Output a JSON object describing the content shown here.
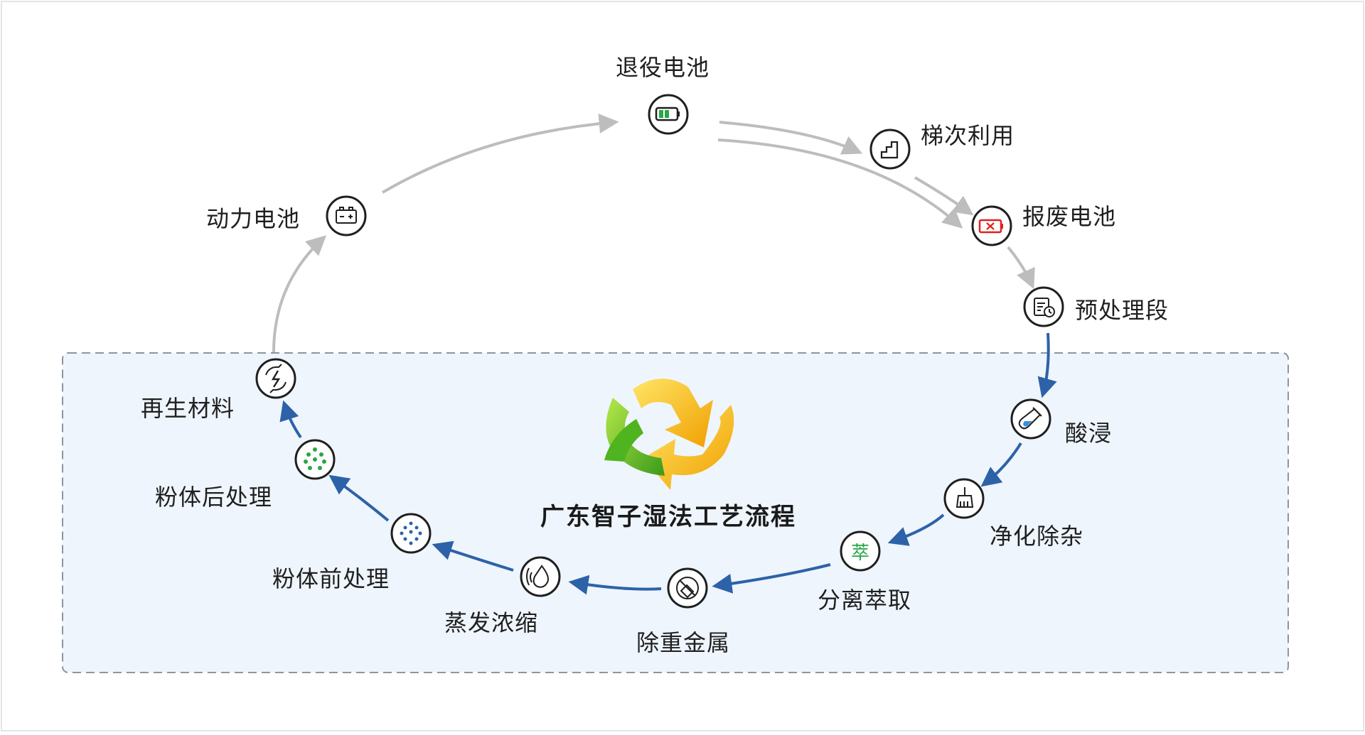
{
  "diagram": {
    "title": "广东智子湿法工艺流程",
    "colors": {
      "outer_arrow": "#bdbdbd",
      "inner_arrow": "#2d62a8",
      "region_fill": "#eef5fc",
      "region_border": "#8e959c",
      "node_border": "#1f1f1f",
      "green": "#28a745",
      "red": "#e0201f",
      "blue_dots": "#2d62a8"
    },
    "outer_nodes": [
      {
        "id": "battery",
        "label": "退役电池",
        "icon": "battery-green-icon"
      },
      {
        "id": "cascade",
        "label": "梯次利用",
        "icon": "stairs-icon"
      },
      {
        "id": "scrap",
        "label": "报废电池",
        "icon": "battery-scrap-icon"
      },
      {
        "id": "pretreat",
        "label": "预处理段",
        "icon": "document-clock-icon"
      },
      {
        "id": "power",
        "label": "动力电池",
        "icon": "car-battery-icon"
      }
    ],
    "inner_nodes": [
      {
        "id": "leach",
        "label": "酸浸",
        "icon": "test-tube-icon"
      },
      {
        "id": "purify",
        "label": "净化除杂",
        "icon": "broom-icon"
      },
      {
        "id": "extract",
        "label": "分离萃取",
        "icon": "extract-char-icon",
        "glyph": "萃"
      },
      {
        "id": "heavy",
        "label": "除重金属",
        "icon": "no-metal-icon"
      },
      {
        "id": "evap",
        "label": "蒸发浓缩",
        "icon": "water-drop-icon"
      },
      {
        "id": "prepowder",
        "label": "粉体前处理",
        "icon": "blue-dots-icon"
      },
      {
        "id": "postpowder",
        "label": "粉体后处理",
        "icon": "green-dots-icon"
      },
      {
        "id": "regen",
        "label": "再生材料",
        "icon": "recycle-bolt-icon"
      }
    ]
  }
}
